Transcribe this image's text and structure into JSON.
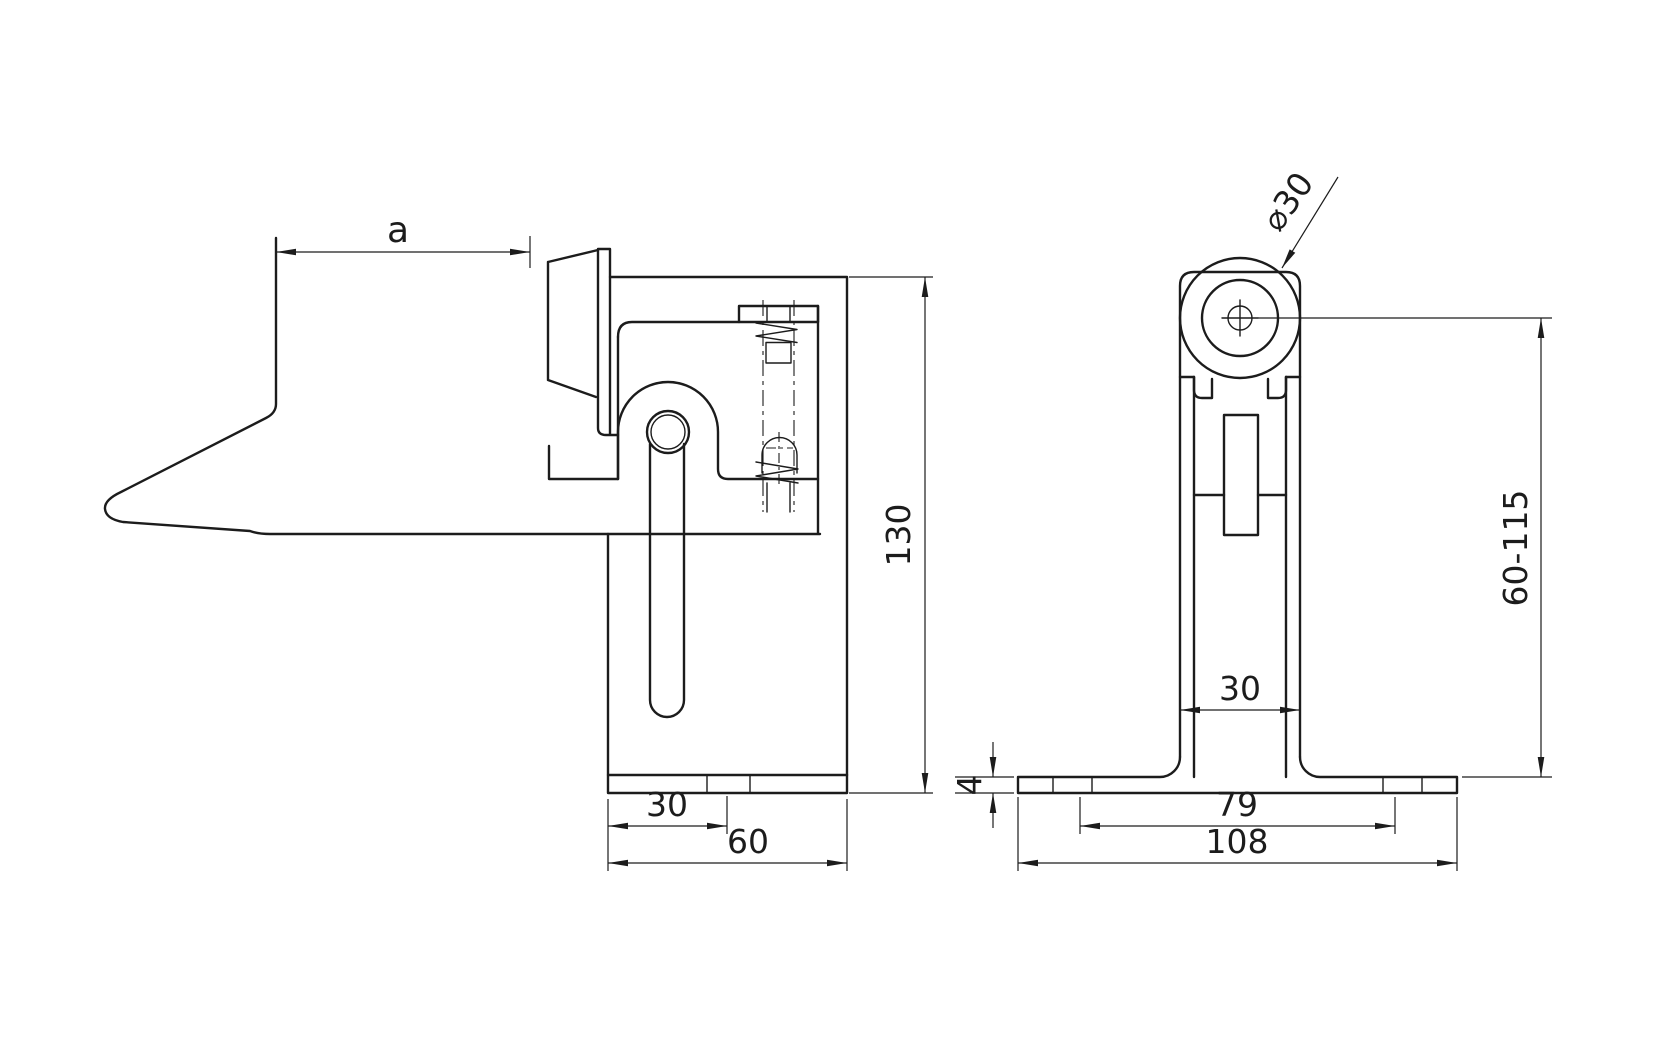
{
  "drawing": {
    "background": "#ffffff",
    "line_color": "#1c1c1c",
    "views": {
      "side": {
        "dims": {
          "jaw_opening": "a",
          "overall_height": "130",
          "slot_offset": "30",
          "plate_width": "60"
        }
      },
      "front": {
        "dims": {
          "roller_diameter": "⌀30",
          "height_range": "60-115",
          "column_width": "30",
          "base_thickness": "4",
          "hole_spacing": "79",
          "base_length": "108"
        }
      }
    }
  }
}
